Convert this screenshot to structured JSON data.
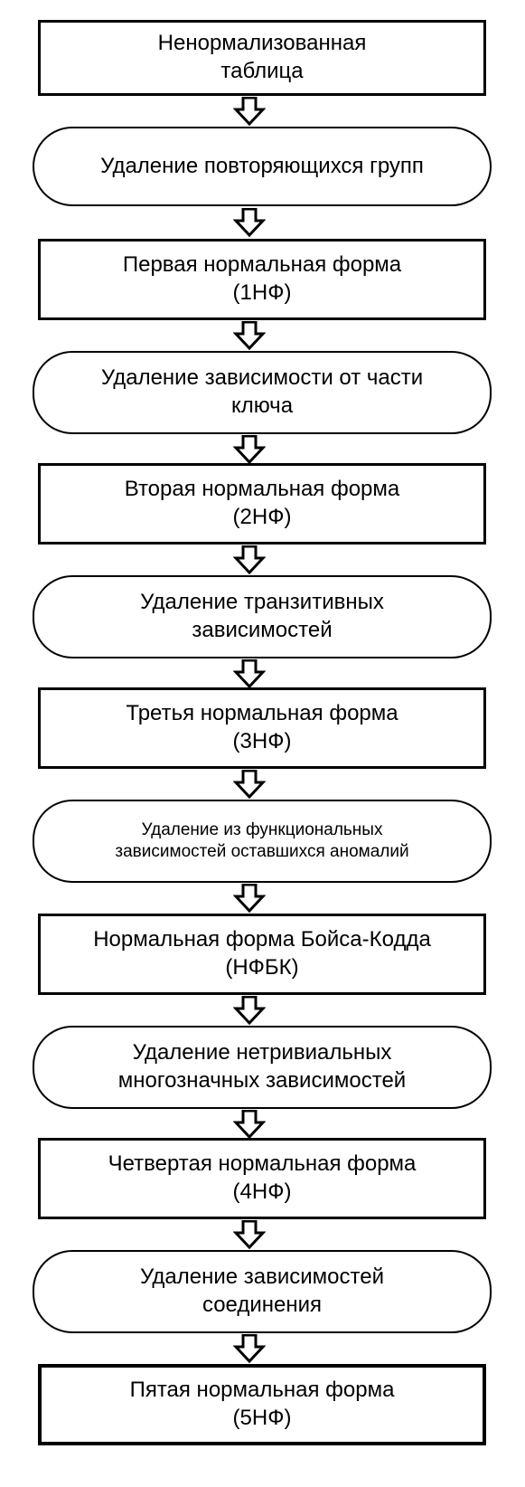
{
  "nodes": [
    {
      "kind": "form",
      "lines": [
        "Ненормализованная",
        "таблица"
      ]
    },
    {
      "kind": "step",
      "lines": [
        "Удаление повторяющихся групп"
      ]
    },
    {
      "kind": "form",
      "lines": [
        "Первая нормальная форма",
        "(1НФ)"
      ]
    },
    {
      "kind": "step",
      "lines": [
        "Удаление зависимости от части",
        "ключа"
      ]
    },
    {
      "kind": "form",
      "lines": [
        "Вторая нормальная форма",
        "(2НФ)"
      ]
    },
    {
      "kind": "step",
      "lines": [
        "Удаление транзитивных",
        "зависимостей"
      ]
    },
    {
      "kind": "form",
      "lines": [
        "Третья нормальная форма",
        "(3НФ)"
      ]
    },
    {
      "kind": "step",
      "lines": [
        "Удаление из функциональных",
        "зависимостей оставшихся аномалий"
      ]
    },
    {
      "kind": "form",
      "lines": [
        "Нормальная форма Бойса-Кодда",
        "(НФБК)"
      ]
    },
    {
      "kind": "step",
      "lines": [
        "Удаление нетривиальных",
        "многозначных зависимостей"
      ]
    },
    {
      "kind": "form",
      "lines": [
        "Четвертая нормальная форма",
        "(4НФ)"
      ]
    },
    {
      "kind": "step",
      "lines": [
        "Удаление зависимостей",
        "соединения"
      ]
    },
    {
      "kind": "form",
      "lines": [
        "Пятая нормальная форма",
        "(5НФ)"
      ]
    }
  ]
}
